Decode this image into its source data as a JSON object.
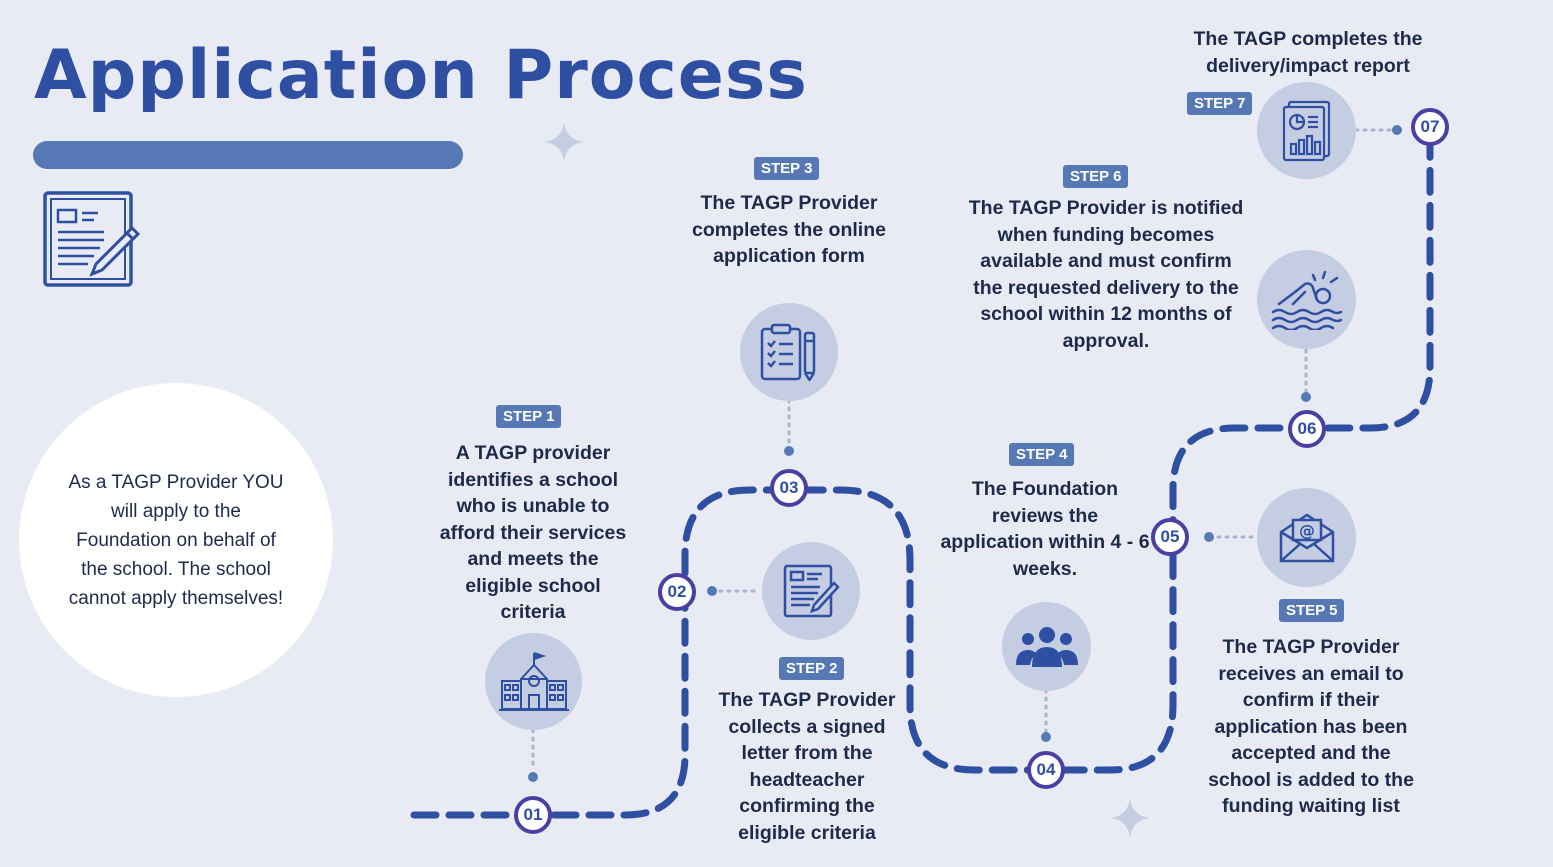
{
  "title": "Application Process",
  "intro": "As a TAGP Provider YOU will apply to the Foundation on behalf of the school. The school cannot apply themselves!",
  "colors": {
    "accent": "#2f4fa3",
    "badge": "#5679b6",
    "node_ring": "#4c3fa4",
    "icon_bg": "#c5cde3",
    "background": "#e8ebf3"
  },
  "steps": [
    {
      "badge": "STEP 1",
      "number": "01",
      "icon": "school-building-icon",
      "text": "A TAGP provider identifies a school who is unable to afford their services and meets the eligible school criteria"
    },
    {
      "badge": "STEP 2",
      "number": "02",
      "icon": "signed-letter-icon",
      "text": "The TAGP Provider collects a signed letter from the headteacher confirming the eligible criteria"
    },
    {
      "badge": "STEP 3",
      "number": "03",
      "icon": "clipboard-checklist-icon",
      "text": "The TAGP Provider completes the online application form"
    },
    {
      "badge": "STEP 4",
      "number": "04",
      "icon": "people-group-icon",
      "text": "The Foundation reviews the application within 4 - 6 weeks."
    },
    {
      "badge": "STEP 5",
      "number": "05",
      "icon": "email-icon",
      "text": "The TAGP Provider receives an email to confirm if their application has been accepted and the school is added to the funding waiting list"
    },
    {
      "badge": "STEP 6",
      "number": "06",
      "icon": "swimmer-icon",
      "text": "The TAGP Provider is notified when funding becomes available and must confirm the requested delivery to the school within 12 months of approval."
    },
    {
      "badge": "STEP 7",
      "number": "07",
      "icon": "report-icon",
      "text": "The TAGP completes the delivery/impact report"
    }
  ]
}
